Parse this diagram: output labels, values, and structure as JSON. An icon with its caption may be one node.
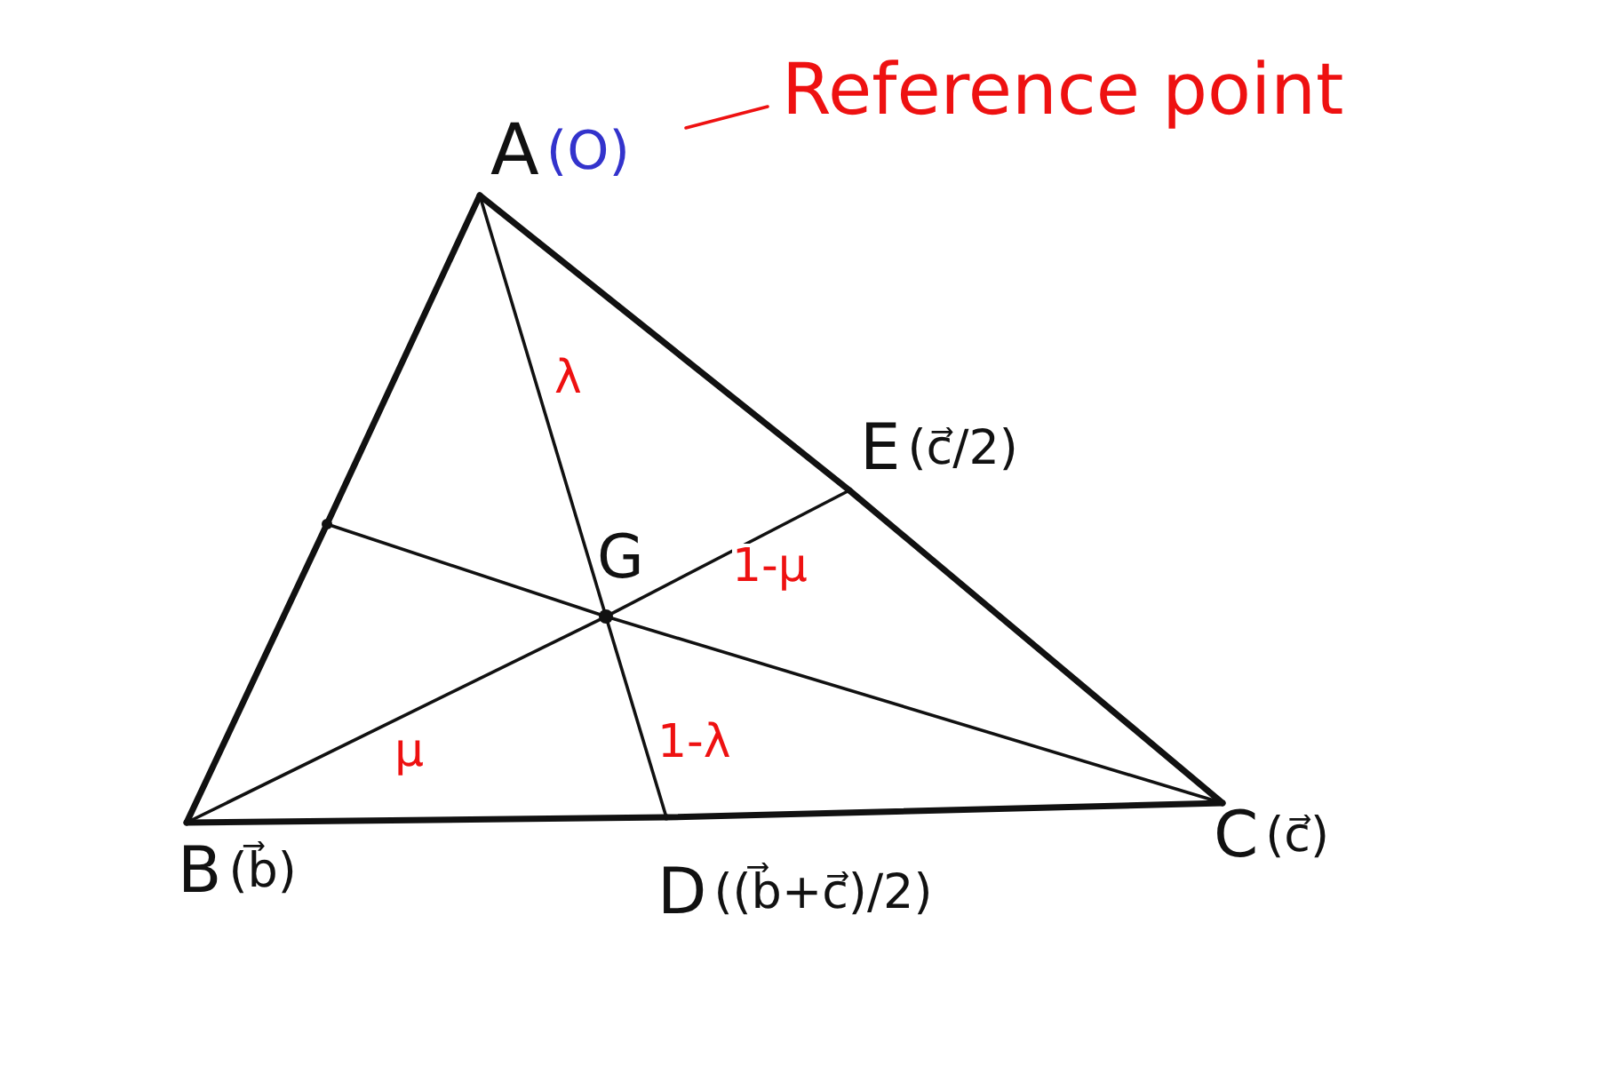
{
  "diagram": {
    "nodes": [
      {
        "text": [
          "Reference point"
        ]
      },
      {
        "text": [
          "A",
          "(O)"
        ]
      },
      {
        "text": [
          "E",
          "(c⃗/2)"
        ]
      },
      {
        "text": [
          "G"
        ]
      },
      {
        "text": [],
        "shape": "point"
      },
      {
        "text": [
          "B",
          "(b⃗)"
        ]
      },
      {
        "text": [
          "D",
          "((b⃗+c⃗)/2)"
        ]
      },
      {
        "text": [
          "C",
          "(c⃗)"
        ]
      }
    ],
    "edges": [
      {
        "from": 1,
        "to": 4,
        "arrow": "none",
        "style": "thick"
      },
      {
        "from": 4,
        "to": 5,
        "arrow": "none",
        "style": "thick"
      },
      {
        "from": 5,
        "to": 6,
        "arrow": "none",
        "style": "thick"
      },
      {
        "from": 6,
        "to": 7,
        "arrow": "none",
        "style": "thick"
      },
      {
        "from": 7,
        "to": 2,
        "arrow": "none",
        "style": "thick"
      },
      {
        "from": 2,
        "to": 1,
        "arrow": "none",
        "style": "thick"
      },
      {
        "from": 1,
        "to": 3,
        "arrow": "none",
        "label": "λ"
      },
      {
        "from": 3,
        "to": 6,
        "arrow": "none",
        "label": "1-λ"
      },
      {
        "from": 5,
        "to": 3,
        "arrow": "none",
        "label": "μ"
      },
      {
        "from": 3,
        "to": 2,
        "arrow": "none",
        "label": "1-μ"
      },
      {
        "from": 7,
        "to": 3,
        "arrow": "none"
      },
      {
        "from": 3,
        "to": 4,
        "arrow": "none"
      },
      {
        "from": 0,
        "to": 1,
        "arrow": "none",
        "color": "#ee1111"
      }
    ]
  }
}
